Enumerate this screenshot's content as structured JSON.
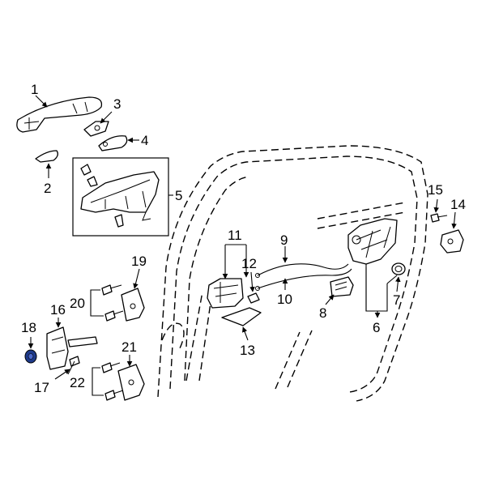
{
  "callouts": {
    "c1": "1",
    "c2": "2",
    "c3": "3",
    "c4": "4",
    "c5": "5",
    "c6": "6",
    "c7": "7",
    "c8": "8",
    "c9": "9",
    "c10": "10",
    "c11": "11",
    "c12": "12",
    "c13": "13",
    "c14": "14",
    "c15": "15",
    "c16": "16",
    "c17": "17",
    "c18": "18",
    "c19": "19",
    "c20": "20",
    "c21": "21",
    "c22": "22"
  },
  "colors": {
    "line": "#000000",
    "background": "#ffffff",
    "highlight": "#1e3a8a"
  }
}
